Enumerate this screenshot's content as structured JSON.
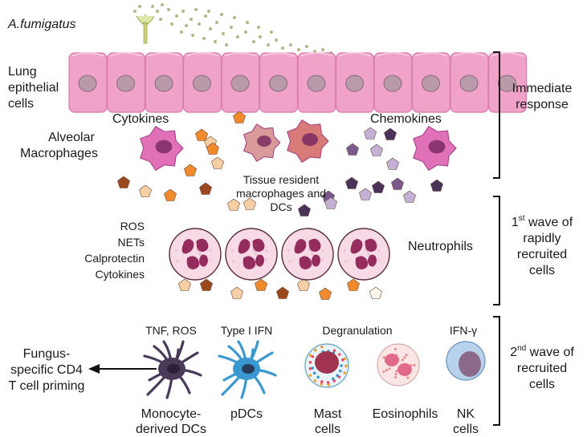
{
  "title": "A.fumigatus",
  "colors": {
    "epithelium": "#f0a2c8",
    "epithelium_dark": "#d57aa8",
    "nucleus": "#b89aa8",
    "cytokine_orange": "#f08a2a",
    "cytokine_brown": "#9a4a1e",
    "cytokine_peach": "#f6cfa4",
    "chemokine_dark": "#4a3358",
    "chemokine_mid": "#7a5a8c",
    "chemokine_light": "#c4b0d4",
    "macrophage": "#e070b8",
    "neutrophil_body": "#f6dbe6",
    "neutrophil_nucleus": "#8a1a4e",
    "modc": "#4a3a5a",
    "pdc": "#3a98d0",
    "mast": "#a0344e",
    "eosinophil": "#e26a8a",
    "nk": "#b8d2ec"
  },
  "labels": {
    "lung": "Lung",
    "epithelial_cells": "epithelial",
    "cells_word": "cells",
    "cytokines": "Cytokines",
    "chemokines": "Chemokines",
    "alveolar": "Alveolar",
    "macrophages": "Macrophages",
    "tissue_resident_1": "Tissue resident",
    "tissue_resident_2": "macrophages and",
    "tissue_resident_3": "DCs",
    "neutrophils": "Neutrophils",
    "effectors": [
      "ROS",
      "NETs",
      "Calprotectin",
      "Cytokines"
    ],
    "tnf_ros": "TNF, ROS",
    "type_i_ifn": "Type I IFN",
    "degranulation": "Degranulation",
    "ifn_gamma": "IFN-γ",
    "fungus_1": "Fungus-",
    "fungus_2": "specific CD4",
    "fungus_3": "T cell priming",
    "monocyte_1": "Monocyte-",
    "monocyte_2": "derived DCs",
    "pdcs": "pDCs",
    "mast_1": "Mast",
    "mast_2": "cells",
    "eosinophils": "Eosinophils",
    "nk_1": "NK",
    "nk_2": "cells"
  },
  "phases": {
    "immediate_1": "Immediate",
    "immediate_2": "response",
    "first_sup": "st",
    "first_1": "1",
    "first_2": " wave of",
    "first_3": "rapidly",
    "first_4": "recruited",
    "first_5": "cells",
    "second_sup": "nd",
    "second_1": "2",
    "second_2": " wave of",
    "second_3": "recruited",
    "second_4": "cells"
  }
}
